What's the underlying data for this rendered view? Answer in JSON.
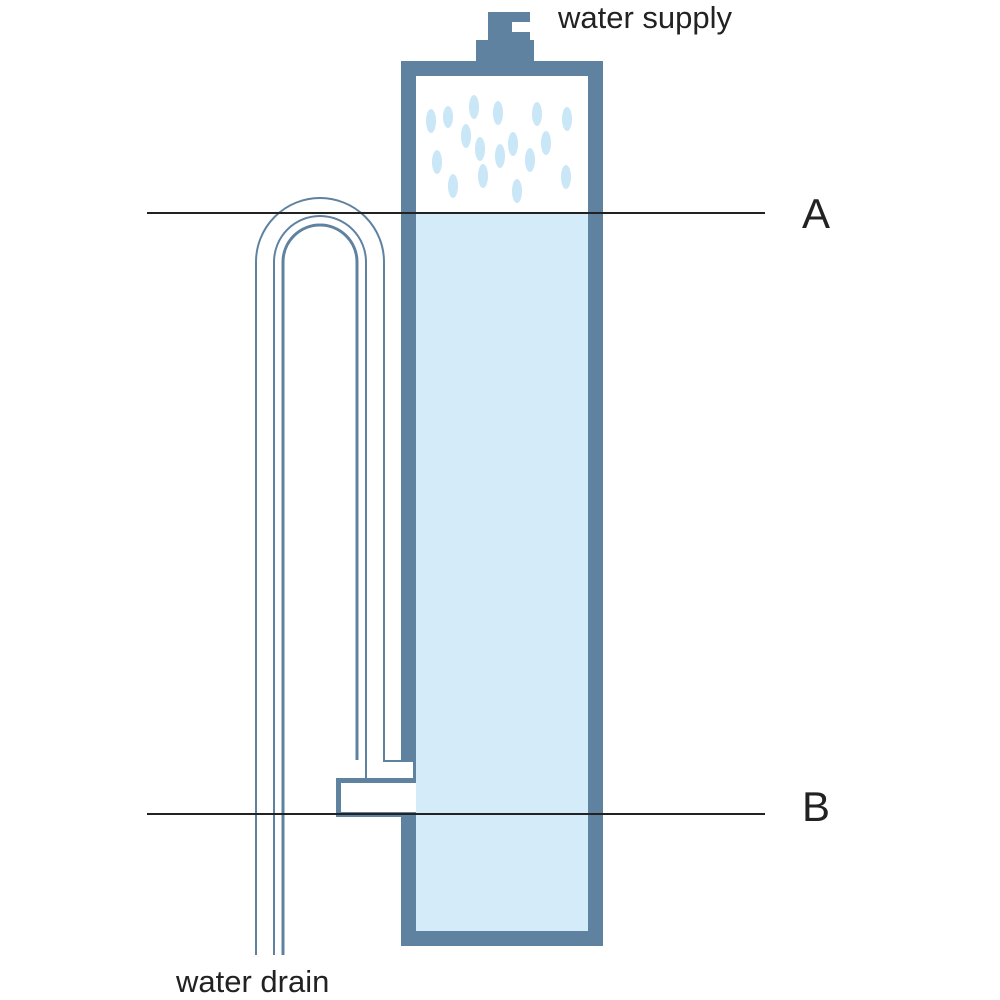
{
  "labels": {
    "water_supply": "water supply",
    "water_drain": "water drain",
    "level_a": "A",
    "level_b": "B"
  },
  "icons": {
    "container": "tank-icon",
    "siphon": "siphon-tube-icon",
    "inlet": "inlet-pipe-icon",
    "droplets": "water-droplet-icon"
  },
  "colors": {
    "container_wall": "#5f82a1",
    "water_fill": "#d4ecf9",
    "droplet": "#c9e7f7",
    "tube_outline": "#5f82a1",
    "level_line": "#222222",
    "text": "#222222"
  }
}
